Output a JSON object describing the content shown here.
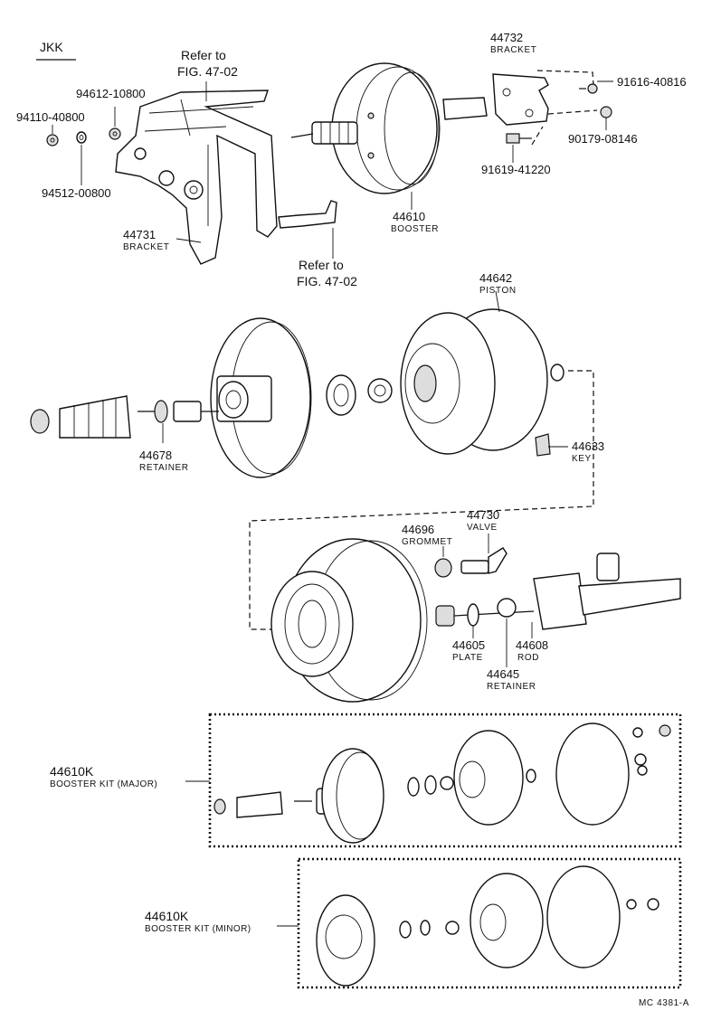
{
  "header": {
    "code": "JKK"
  },
  "refs": {
    "top": "Refer to",
    "fig": "FIG. 47-02"
  },
  "callouts": {
    "p94612": {
      "number": "94612-10800"
    },
    "p94110": {
      "number": "94110-40800"
    },
    "p94512": {
      "number": "94512-00800"
    },
    "p44731": {
      "number": "44731",
      "name": "BRACKET"
    },
    "p44732": {
      "number": "44732",
      "name": "BRACKET"
    },
    "p91616": {
      "number": "91616-40816"
    },
    "p90179": {
      "number": "90179-08146"
    },
    "p91619": {
      "number": "91619-41220"
    },
    "p44610": {
      "number": "44610",
      "name": "BOOSTER"
    },
    "p44642": {
      "number": "44642",
      "name": "PISTON"
    },
    "p44678": {
      "number": "44678",
      "name": "RETAINER"
    },
    "p44633": {
      "number": "44633",
      "name": "KEY"
    },
    "p44730": {
      "number": "44730",
      "name": "VALVE"
    },
    "p44696": {
      "number": "44696",
      "name": "GROMMET"
    },
    "p44605": {
      "number": "44605",
      "name": "PLATE"
    },
    "p44608": {
      "number": "44608",
      "name": "ROD"
    },
    "p44645": {
      "number": "44645",
      "name": "RETAINER"
    }
  },
  "kits": {
    "major": {
      "number": "44610K",
      "name": "BOOSTER KIT (MAJOR)"
    },
    "minor": {
      "number": "44610K",
      "name": "BOOSTER KIT (MINOR)"
    }
  },
  "footer": {
    "code": "MC 4381-A"
  }
}
